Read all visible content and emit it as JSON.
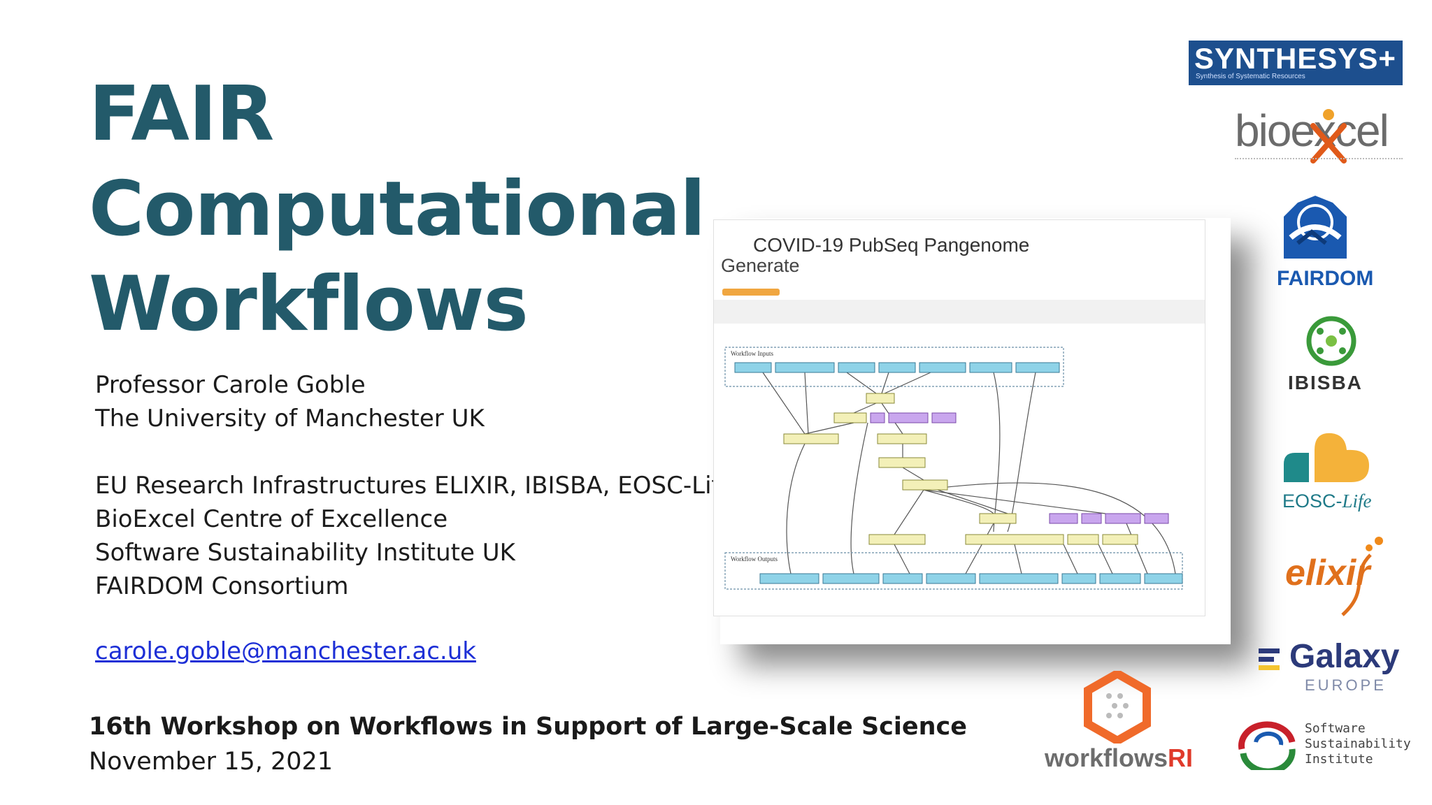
{
  "title": {
    "line1": "FAIR",
    "line2": "Computational",
    "line3": "Workflows"
  },
  "author": {
    "name": "Professor Carole Goble",
    "affiliation": "The University of Manchester UK"
  },
  "memberships": [
    "EU Research Infrastructures ELIXIR, IBISBA, EOSC-Life",
    "BioExcel Centre of Excellence",
    "Software Sustainability Institute UK",
    "FAIRDOM Consortium"
  ],
  "email": "carole.goble@manchester.ac.uk",
  "event": {
    "name": "16th Workshop on Workflows in Support of Large-Scale Science",
    "date": "November 15, 2021"
  },
  "workflow_image": {
    "title": "COVID-19 PubSeq Pangenome",
    "subtitle": "Generate",
    "section_inputs": "Workflow Inputs",
    "section_outputs": "Workflow Outputs"
  },
  "logos": {
    "synthesys": {
      "main": "SYNTHESYS+",
      "sub": "Synthesis of Systematic Resources"
    },
    "bioexcel": {
      "text": "bioexcel"
    },
    "fairdom": {
      "text": "FAIRDOM"
    },
    "ibisba": {
      "text": "IBISBA"
    },
    "eosc": {
      "main": "EOSC-",
      "italic": "Life"
    },
    "elixir": {
      "text": "elixir"
    },
    "galaxy": {
      "main": "Galaxy",
      "sub": "EUROPE"
    },
    "ssi": {
      "text": "Software\nSustainability\nInstitute"
    },
    "workflowsri": {
      "main": "workflows",
      "accent": "RI"
    }
  },
  "colors": {
    "title": "#235a6a",
    "link": "#1d2fd6",
    "input_node": "#8fd3e8",
    "step_node": "#f3f0b8",
    "param_node": "#c9a6ee"
  }
}
